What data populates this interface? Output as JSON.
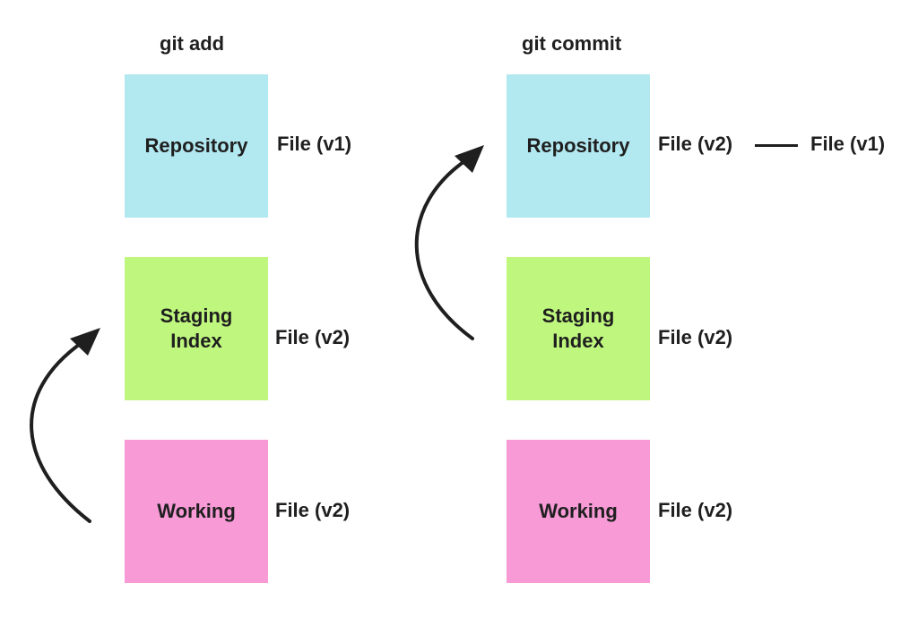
{
  "left": {
    "title": "git add",
    "repository": {
      "label": "Repository",
      "file": "File (v1)"
    },
    "staging": {
      "label": "Staging\nIndex",
      "file": "File (v2)"
    },
    "working": {
      "label": "Working",
      "file": "File (v2)"
    }
  },
  "right": {
    "title": "git commit",
    "repository": {
      "label": "Repository",
      "file": "File (v2)",
      "previous_file": "File (v1)"
    },
    "staging": {
      "label": "Staging\nIndex",
      "file": "File (v2)"
    },
    "working": {
      "label": "Working",
      "file": "File (v2)"
    }
  },
  "colors": {
    "repository": "#b2e8f0",
    "staging": "#bff77e",
    "working": "#f79ad6",
    "ink": "#1f1f1f"
  }
}
